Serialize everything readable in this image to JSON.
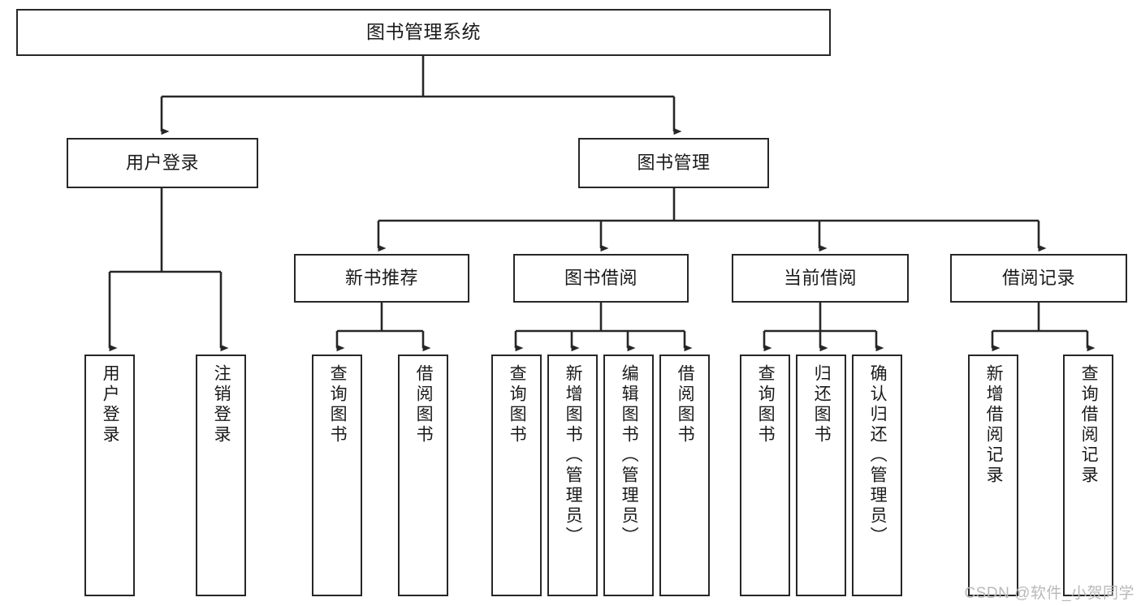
{
  "diagram": {
    "title": "图书管理系统",
    "type": "tree",
    "orientation": "top-down",
    "line_color": "#272727",
    "box_fill": "#ffffff",
    "text_color": "#1a1a1a",
    "levels": 4,
    "root": {
      "label": "图书管理系统"
    },
    "level2": [
      {
        "label": "用户登录"
      },
      {
        "label": "图书管理"
      }
    ],
    "level3": [
      {
        "label": "新书推荐"
      },
      {
        "label": "图书借阅"
      },
      {
        "label": "当前借阅"
      },
      {
        "label": "借阅记录"
      }
    ],
    "leaves": {
      "user_login": [
        {
          "label": "用户登录"
        },
        {
          "label": "注销登录"
        }
      ],
      "new_book_recommend": [
        {
          "label": "查询图书"
        },
        {
          "label": "借阅图书"
        }
      ],
      "book_borrow": [
        {
          "label": "查询图书"
        },
        {
          "label": "新增图书（管理员）"
        },
        {
          "label": "编辑图书（管理员）"
        },
        {
          "label": "借阅图书"
        }
      ],
      "current_borrow": [
        {
          "label": "查询图书"
        },
        {
          "label": "归还图书"
        },
        {
          "label": "确认归还（管理员）"
        }
      ],
      "borrow_record": [
        {
          "label": "新增借阅记录"
        },
        {
          "label": "查询借阅记录"
        }
      ]
    }
  },
  "watermark": {
    "text": "CSDN @软件_小贺同学",
    "color": "#b9b9b9"
  }
}
